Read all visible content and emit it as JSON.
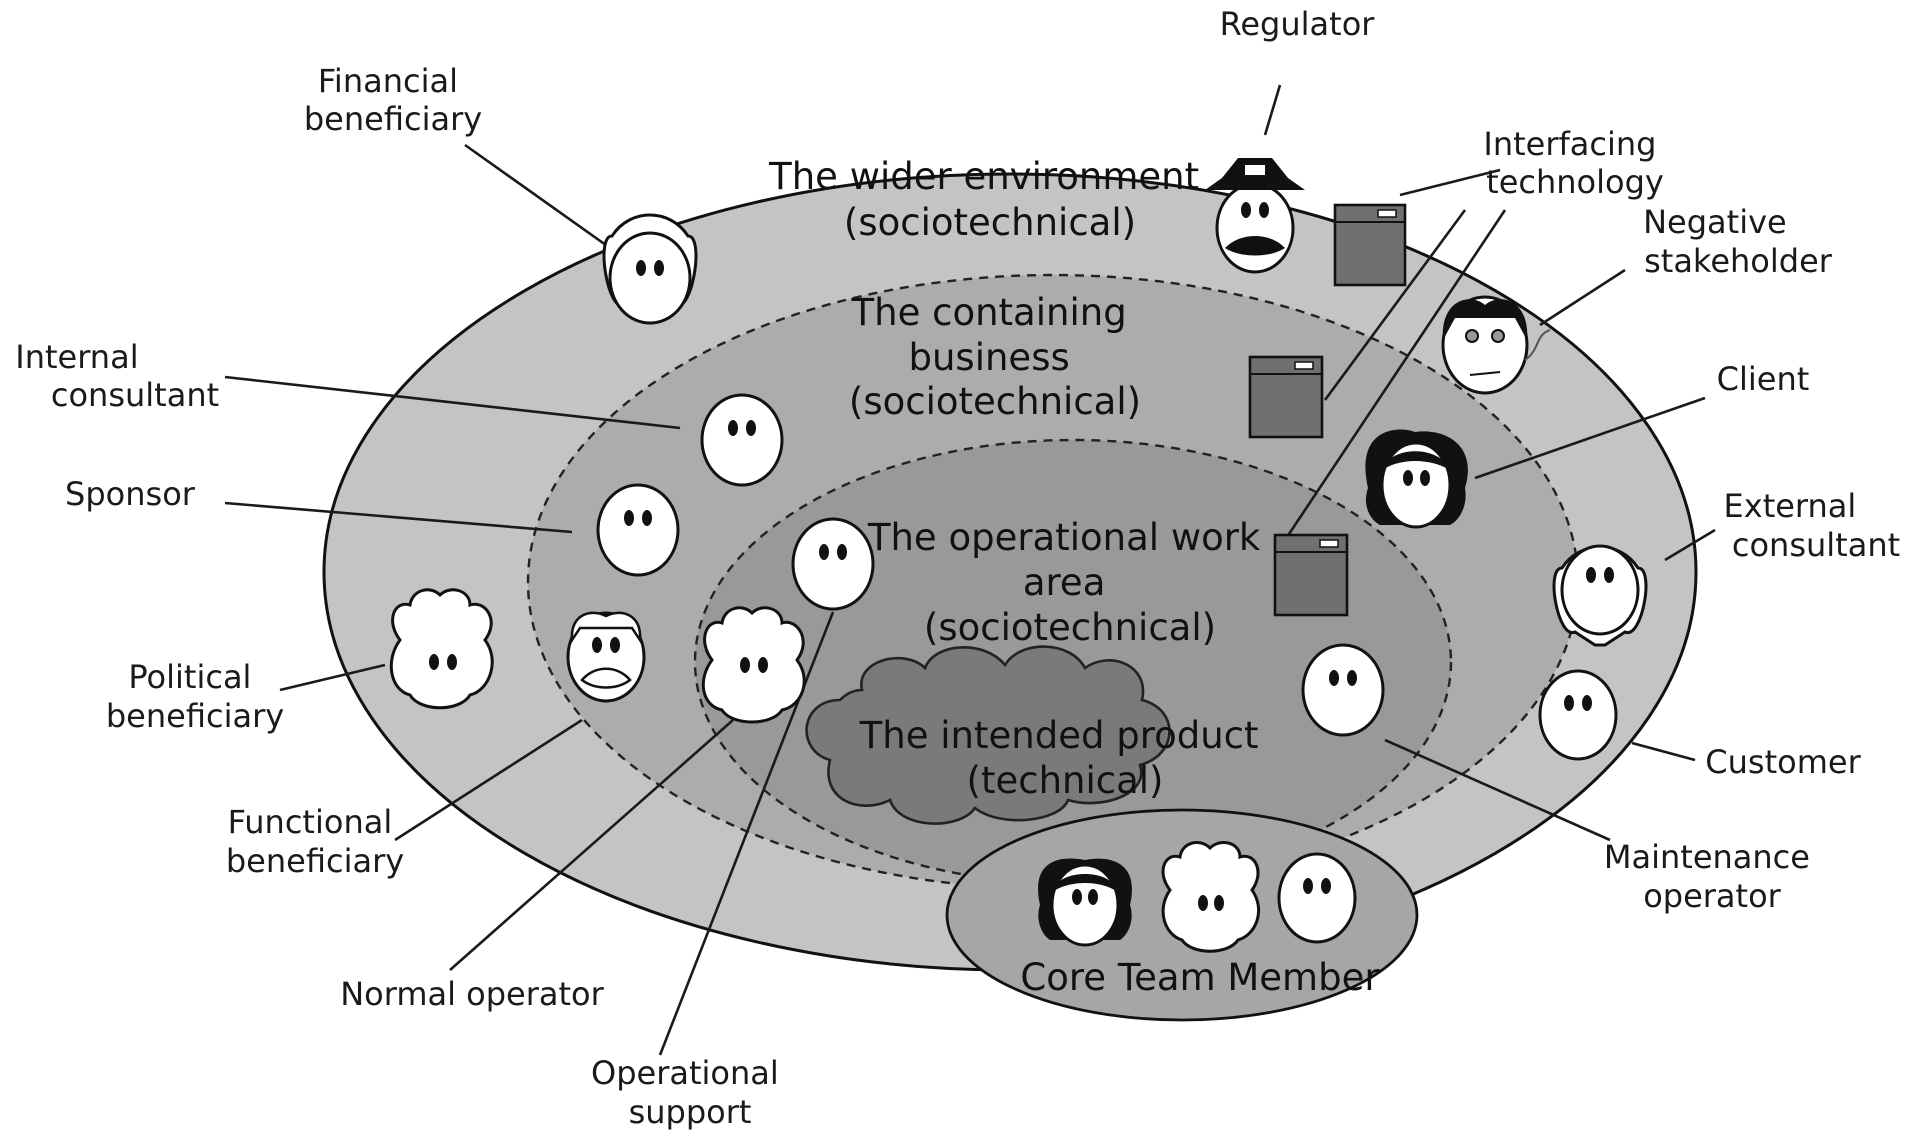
{
  "zones": {
    "wider": {
      "line1": "The wider environment",
      "line2": "(sociotechnical)"
    },
    "containing": {
      "line1": "The containing",
      "line2": "business",
      "line3": "(sociotechnical)"
    },
    "operational": {
      "line1": "The operational work",
      "line2": "area",
      "line3": "(sociotechnical)"
    },
    "product": {
      "line1": "The intended product",
      "line2": "(technical)"
    },
    "core_team": "Core Team Member"
  },
  "labels": {
    "regulator": "Regulator",
    "financial": [
      "Financial",
      "beneficiary"
    ],
    "interfacing": [
      "Interfacing",
      "technology"
    ],
    "negative": [
      "Negative",
      "stakeholder"
    ],
    "internal": [
      "Internal",
      "consultant"
    ],
    "client": "Client",
    "sponsor": "Sponsor",
    "external": [
      "External",
      "consultant"
    ],
    "political": [
      "Political",
      "beneficiary"
    ],
    "customer": "Customer",
    "functional": [
      "Functional",
      "beneficiary"
    ],
    "maintenance": [
      "Maintenance",
      "operator"
    ],
    "normal": "Normal operator",
    "support": [
      "Operational",
      "support"
    ]
  },
  "colors": {
    "outer": "#c4c4c4",
    "middle": "#acacac",
    "inner": "#999999",
    "cloud": "#7a7a7a",
    "core": "#a6a6a6",
    "device": "#707070"
  }
}
